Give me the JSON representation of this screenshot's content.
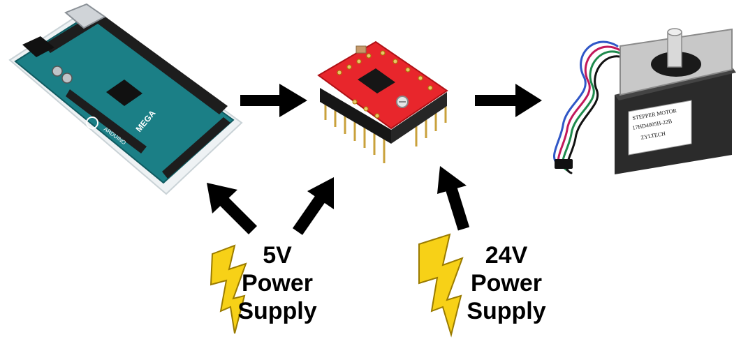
{
  "colors": {
    "arrow": "#000000",
    "lightning_fill": "#f7d117",
    "lightning_stroke": "#9a7b00",
    "arduino_board": "#1b7f86",
    "driver_board": "#e8262c",
    "motor_body": "#2b2b2b",
    "motor_plate": "#c8c8c8"
  },
  "icons": {
    "arduino": "arduino-mega-board-icon",
    "driver": "stepper-driver-board-icon",
    "motor": "stepper-motor-icon",
    "lightning": "lightning-bolt-icon"
  },
  "arduino": {
    "brand_text": "ARDUINO",
    "model_text": "MEGA"
  },
  "motor": {
    "label_lines": [
      "STEPPER MOTOR",
      "17HD4005H-22B",
      "ZYLTECH"
    ]
  },
  "psu_5v": {
    "line1": "5V",
    "line2": "Power",
    "line3": "Supply"
  },
  "psu_24v": {
    "line1": "24V",
    "line2": "Power",
    "line3": "Supply"
  }
}
